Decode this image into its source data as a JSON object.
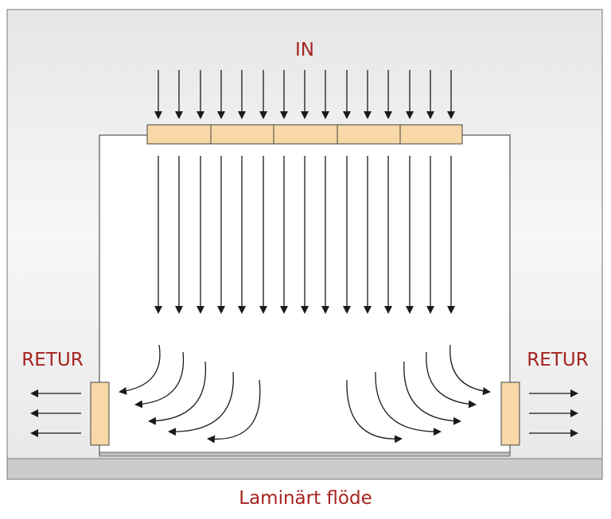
{
  "labels": {
    "inlet": "IN",
    "return_left": "RETUR",
    "return_right": "RETUR",
    "caption": "Laminärt flöde"
  },
  "colors": {
    "label": "#a5231f",
    "filter": "#f7d8a6",
    "arrow": "#1a1a1a",
    "room_background": "#ededed",
    "floor": "#cccccc"
  },
  "icons": {
    "arrow": "arrow-icon",
    "filter": "filter-panel"
  }
}
